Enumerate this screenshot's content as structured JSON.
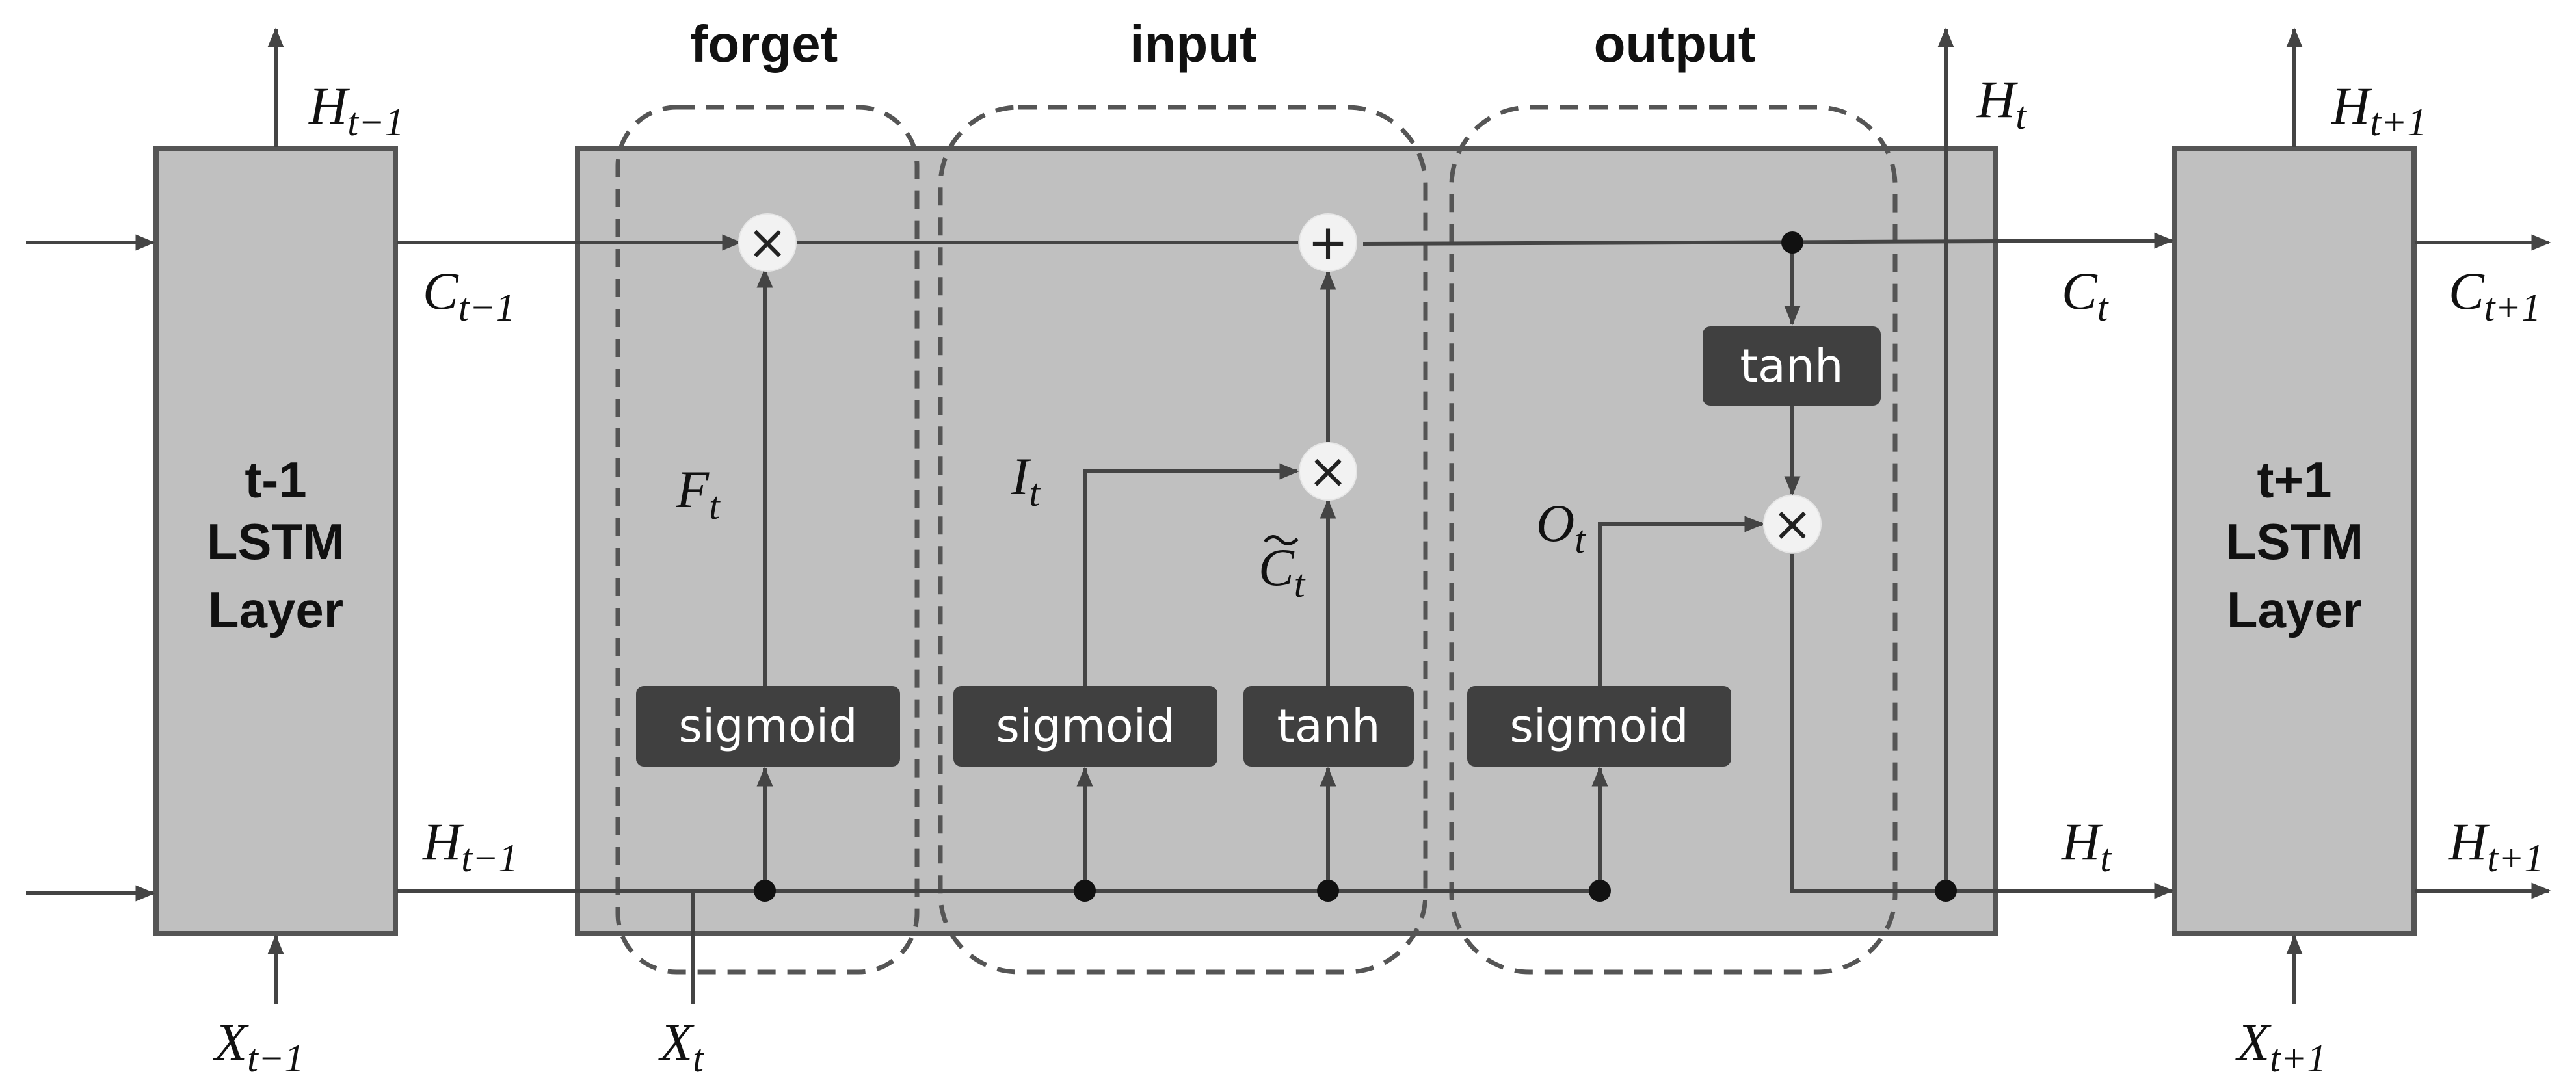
{
  "prev_layer": {
    "line1": "t-1",
    "line2": "LSTM",
    "line3": "Layer"
  },
  "next_layer": {
    "line1": "t+1",
    "line2": "LSTM",
    "line3": "Layer"
  },
  "gates": {
    "forget": "forget",
    "input": "input",
    "output": "output"
  },
  "functions": {
    "forget_sigmoid": "sigmoid",
    "input_sigmoid": "sigmoid",
    "input_tanh": "tanh",
    "output_sigmoid": "sigmoid",
    "cell_tanh": "tanh"
  },
  "operators": {
    "multiply": "×",
    "add": "+"
  },
  "labels": {
    "H_prev_top": {
      "base": "H",
      "sub": "t−1"
    },
    "C_prev": {
      "base": "C",
      "sub": "t−1"
    },
    "H_prev_mid": {
      "base": "H",
      "sub": "t−1"
    },
    "X_prev": {
      "base": "X",
      "sub": "t−1"
    },
    "X_t": {
      "base": "X",
      "sub": "t"
    },
    "F_t": {
      "base": "F",
      "sub": "t"
    },
    "I_t": {
      "base": "I",
      "sub": "t"
    },
    "C_tilde_t": {
      "base": "C",
      "sub": "t"
    },
    "O_t": {
      "base": "O",
      "sub": "t"
    },
    "H_t_top": {
      "base": "H",
      "sub": "t"
    },
    "C_t": {
      "base": "C",
      "sub": "t"
    },
    "H_t_mid": {
      "base": "H",
      "sub": "t"
    },
    "H_next_top": {
      "base": "H",
      "sub": "t+1"
    },
    "C_next": {
      "base": "C",
      "sub": "t+1"
    },
    "H_next_mid": {
      "base": "H",
      "sub": "t+1"
    },
    "X_next": {
      "base": "X",
      "sub": "t+1"
    }
  }
}
